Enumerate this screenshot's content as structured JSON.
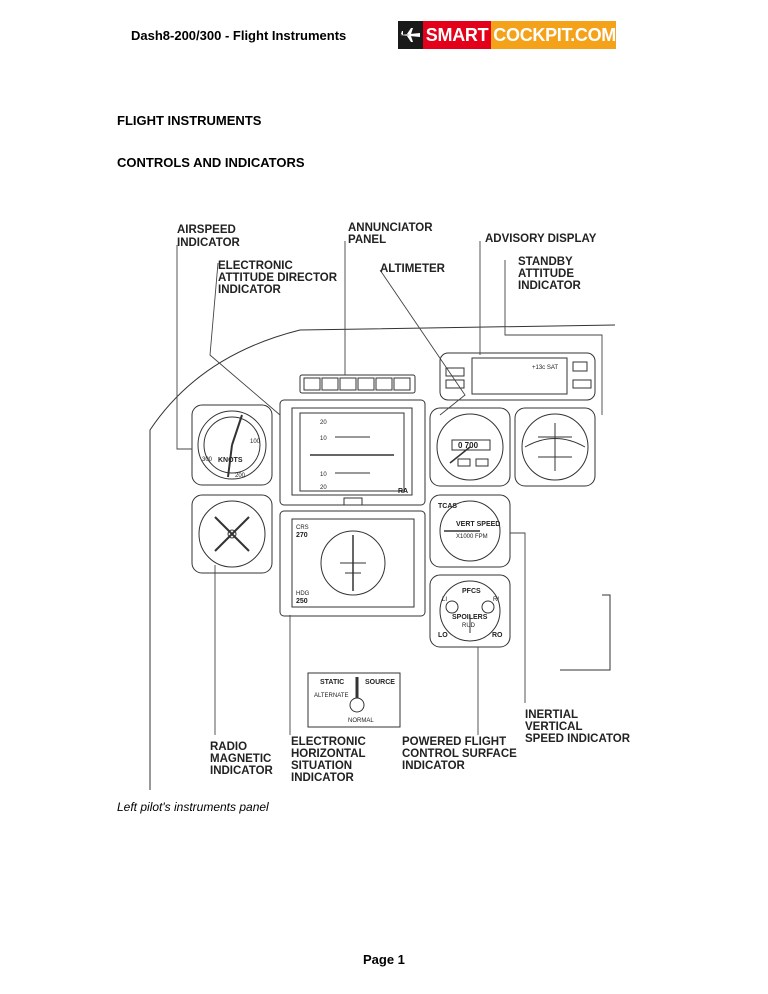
{
  "header": {
    "title": "Dash8-200/300 - Flight Instruments",
    "logo_brand": "SMART",
    "logo_rest": "COCKPIT.COM"
  },
  "sections": {
    "heading1": "FLIGHT INSTRUMENTS",
    "heading2": "CONTROLS AND INDICATORS"
  },
  "callouts": {
    "airspeed": [
      "AIRSPEED",
      "INDICATOR"
    ],
    "annunciator": [
      "ANNUNCIATOR",
      "PANEL"
    ],
    "advisory": [
      "ADVISORY DISPLAY"
    ],
    "eadi": [
      "ELECTRONIC",
      "ATTITUDE DIRECTOR",
      "INDICATOR"
    ],
    "altimeter": [
      "ALTIMETER"
    ],
    "standby": [
      "STANDBY",
      "ATTITUDE",
      "INDICATOR"
    ],
    "rmi": [
      "RADIO",
      "MAGNETIC",
      "INDICATOR"
    ],
    "ehsi": [
      "ELECTRONIC",
      "HORIZONTAL",
      "SITUATION",
      "INDICATOR"
    ],
    "pfcs": [
      "POWERED FLIGHT",
      "CONTROL SURFACE",
      "INDICATOR"
    ],
    "ivsi": [
      "INERTIAL",
      "VERTICAL",
      "SPEED INDICATOR"
    ]
  },
  "instrument_text": {
    "airspeed_label": "KNOTS",
    "airspeed_ticks": [
      "100",
      "200",
      "300"
    ],
    "adi_ticks": [
      "20",
      "10",
      "10",
      "20"
    ],
    "adi_ra": "RA",
    "altimeter_value": "0 700",
    "vsi_tcas": "TCAS",
    "vsi_label1": "VERT SPEED",
    "vsi_label2": "X1000 FPM",
    "pfcs_title": "PFCS",
    "pfcs_spoilers": "SPOILERS",
    "pfcs_rud": "RUD",
    "pfcs_li": "LI",
    "pfcs_ri": "RI",
    "pfcs_lo": "LO",
    "pfcs_ro": "RO",
    "advisory_sat": "+13c SAT",
    "ehsi_crs": "CRS",
    "ehsi_crs_val": "270",
    "ehsi_hdg": "HDG",
    "ehsi_hdg_val": "250",
    "static_source": "STATIC",
    "static_source2": "SOURCE",
    "static_alt": "ALTERNATE",
    "static_normal": "NORMAL"
  },
  "caption": "Left pilot's instruments panel",
  "footer": "Page 1"
}
